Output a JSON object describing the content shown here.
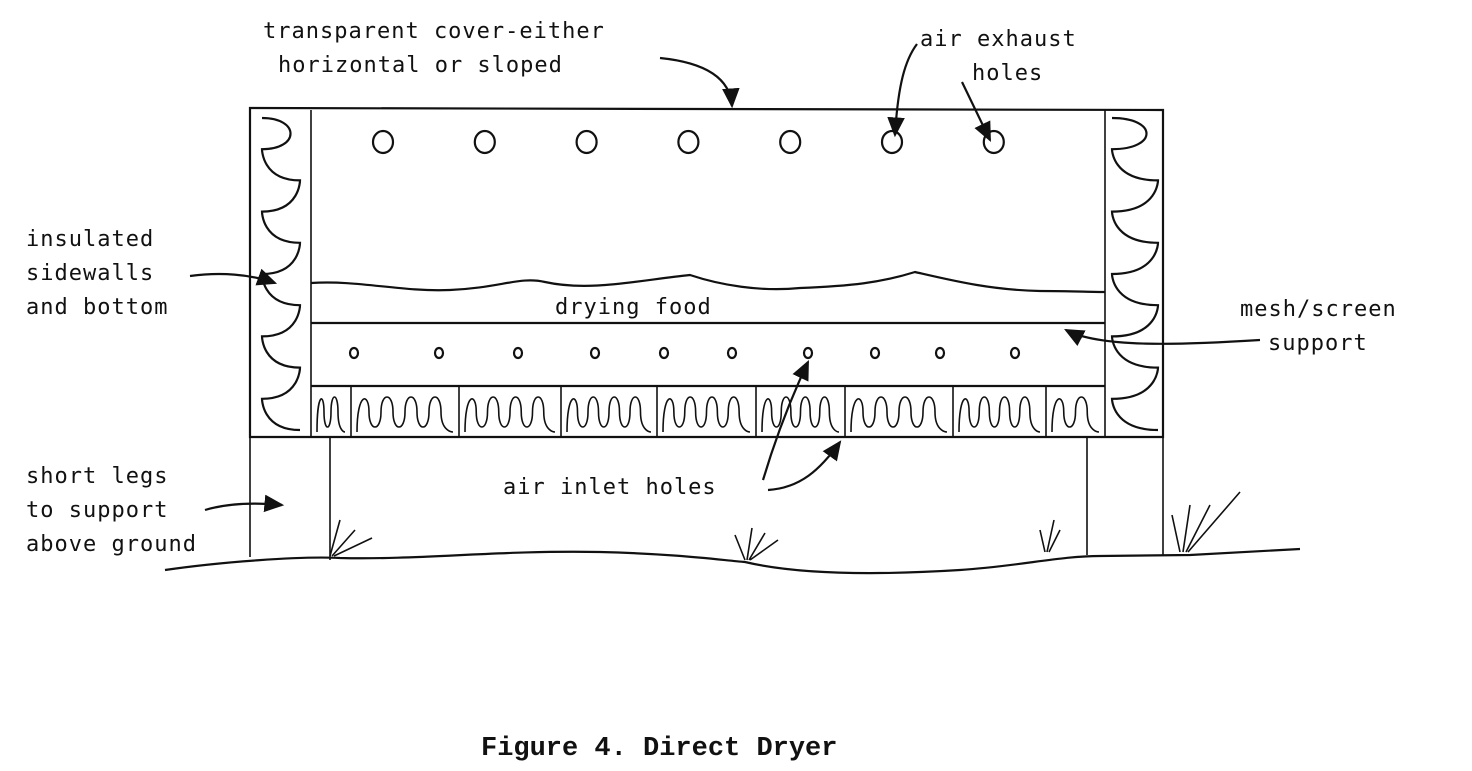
{
  "labels": {
    "cover": [
      "transparent cover-either",
      "horizontal or sloped"
    ],
    "exhaust": [
      "air exhaust",
      "holes"
    ],
    "insulated": [
      "insulated",
      "sidewalls",
      "and bottom"
    ],
    "food": "drying food",
    "mesh": [
      "mesh/screen",
      "support"
    ],
    "inlet": "air inlet holes",
    "legs": [
      "short legs",
      "to support",
      "above ground"
    ]
  },
  "caption": "Figure 4.  Direct Dryer",
  "counts": {
    "exhaust_holes": 7,
    "inlet_holes": 10
  }
}
